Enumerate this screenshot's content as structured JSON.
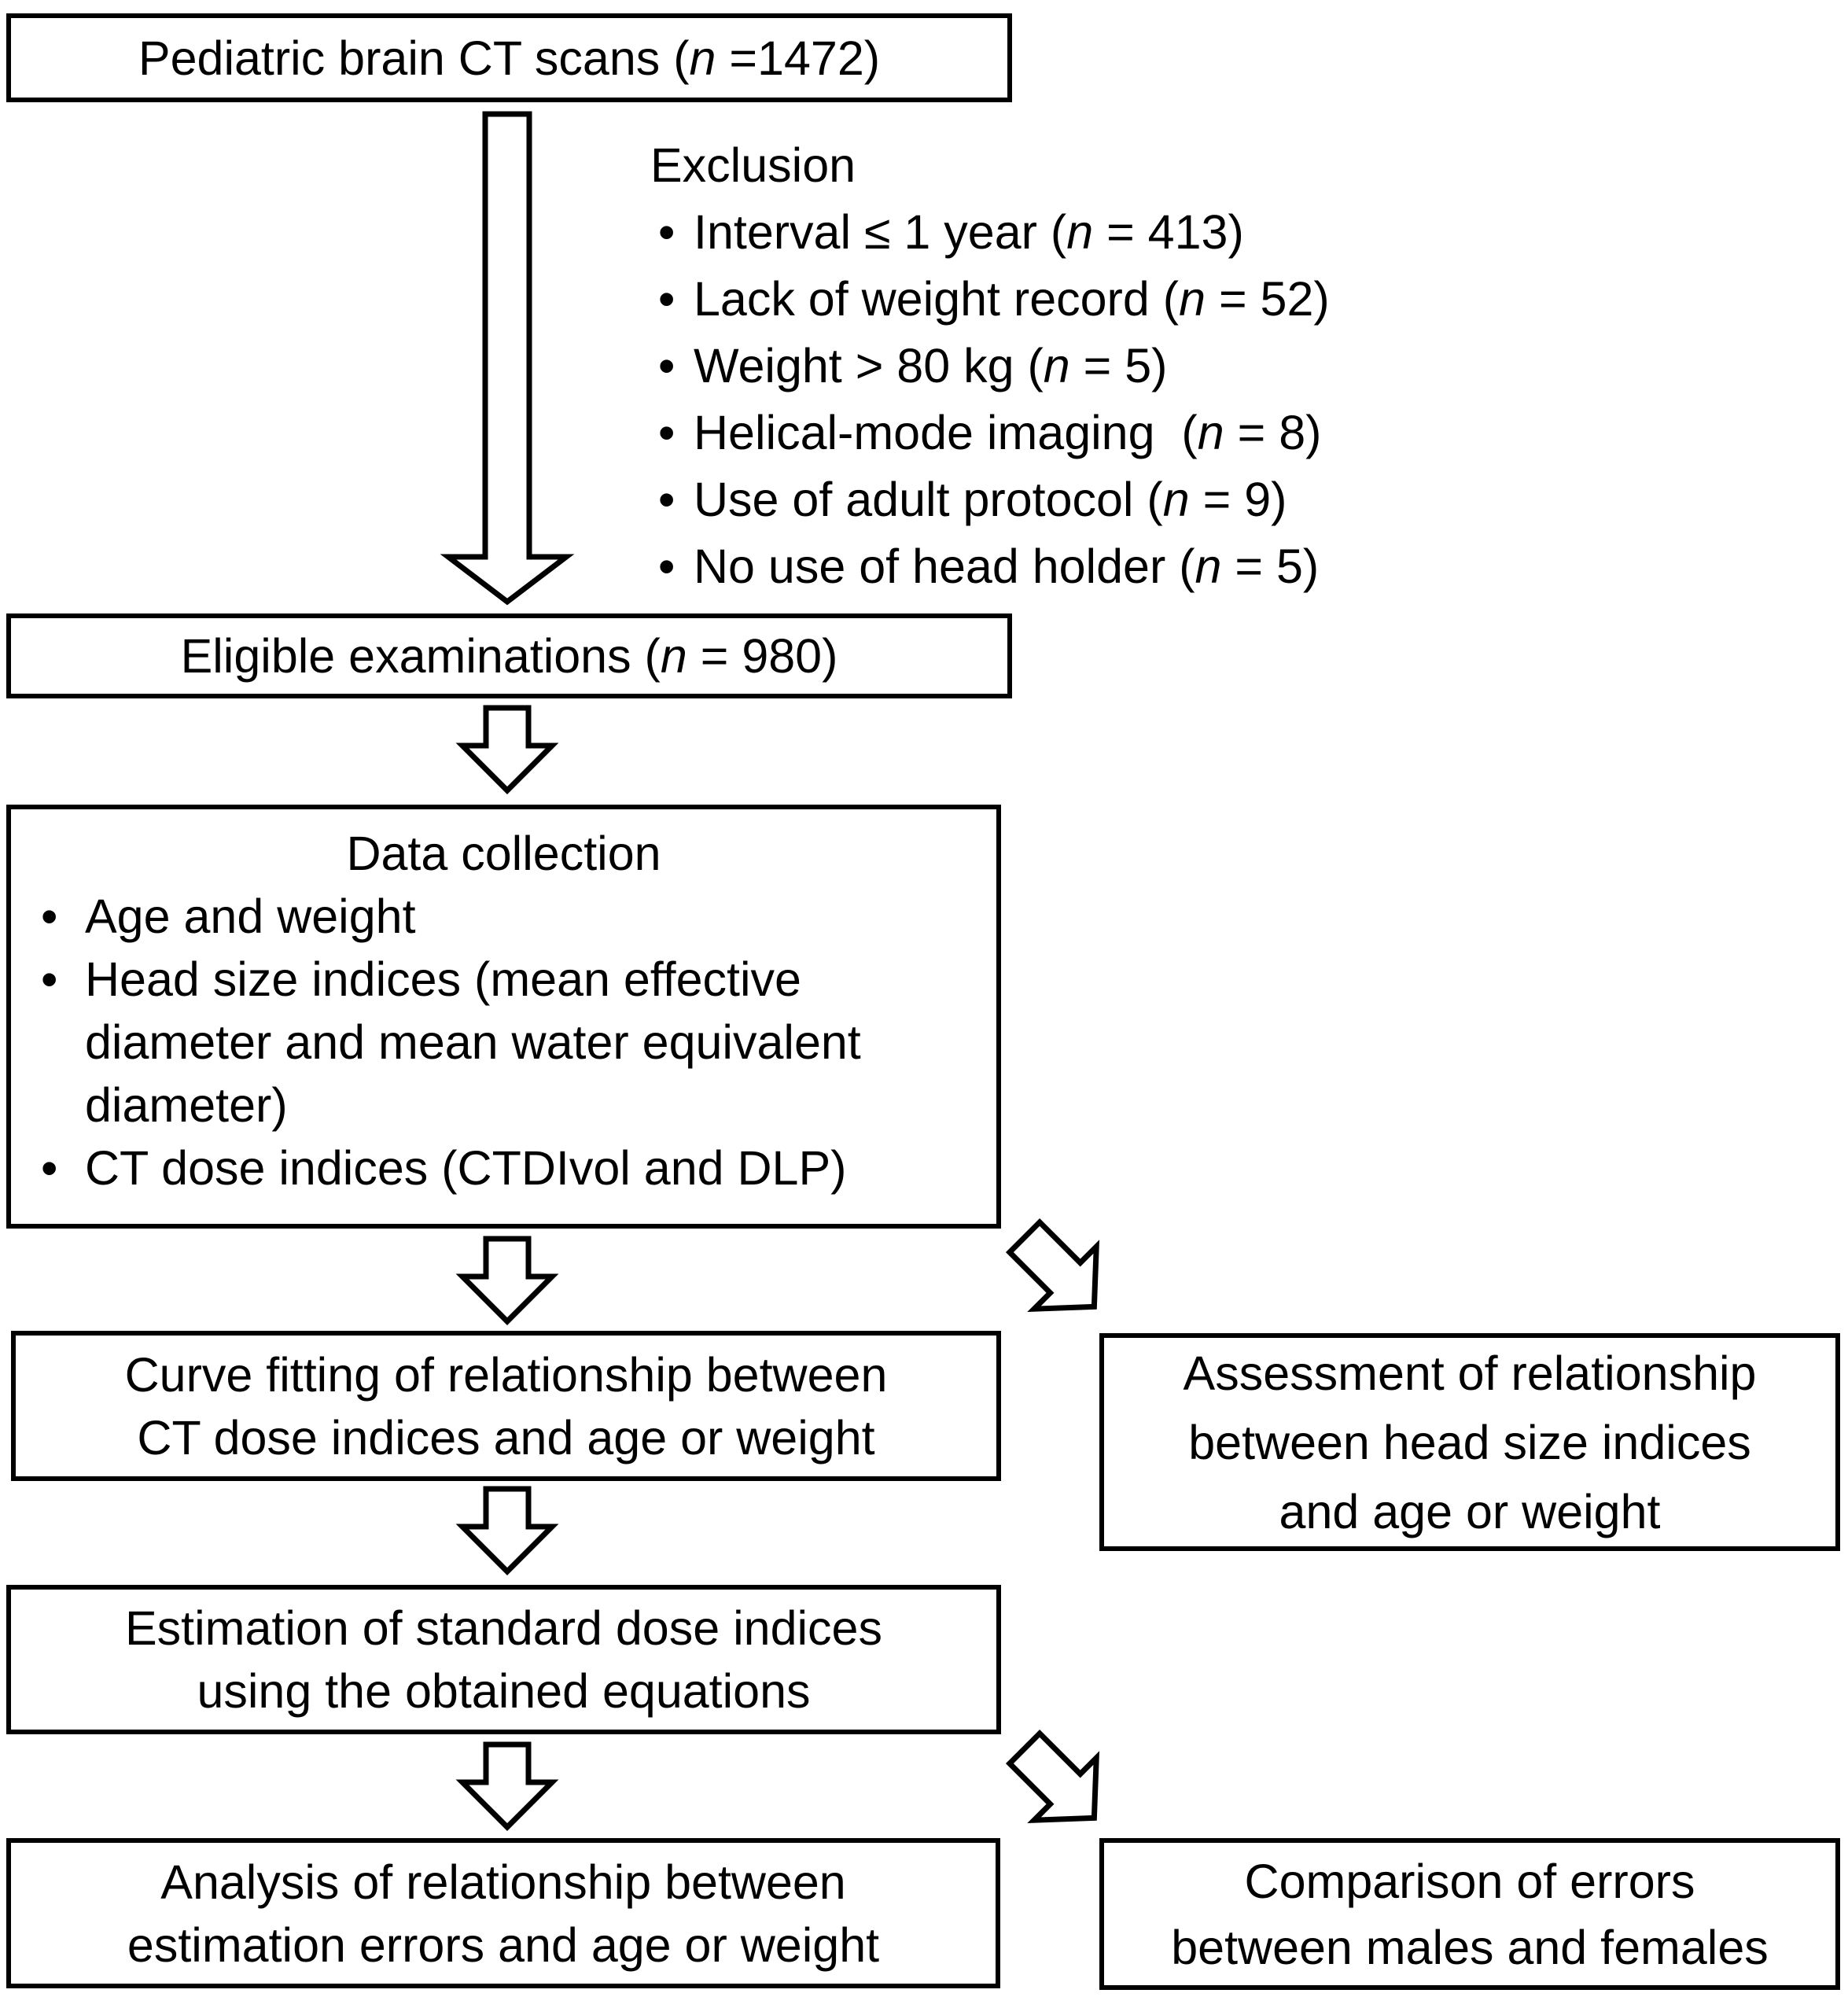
{
  "glyphs": {
    "bullet": "•"
  },
  "flow": {
    "pediatric_box": {
      "parts": [
        "Pediatric brain CT scans (",
        "n",
        " =1472)"
      ]
    },
    "exclusion": {
      "title": "Exclusion",
      "items": [
        {
          "parts": [
            "Interval ≤ 1 year (",
            "n",
            " = 413)"
          ]
        },
        {
          "parts": [
            "Lack of weight record (",
            "n",
            " = 52)"
          ]
        },
        {
          "parts": [
            "Weight > 80 kg (",
            "n",
            " = 5)"
          ]
        },
        {
          "parts": [
            "Helical-mode imaging  (",
            "n",
            " = 8)"
          ]
        },
        {
          "parts": [
            "Use of adult protocol (",
            "n",
            " = 9)"
          ]
        },
        {
          "parts": [
            "No use of head holder (",
            "n",
            " = 5)"
          ]
        }
      ]
    },
    "eligible_box": {
      "parts": [
        "Eligible examinations (",
        "n",
        " = 980)"
      ]
    },
    "data_collection_box": {
      "title": "Data collection",
      "bullets": [
        {
          "lines": [
            "Age and weight"
          ]
        },
        {
          "lines": [
            "Head size indices (mean effective",
            "diameter and mean water equivalent",
            "diameter)"
          ]
        },
        {
          "lines": [
            "CT dose indices (CTDIvol and DLP)"
          ]
        }
      ]
    },
    "curve_fitting_box": {
      "lines": [
        "Curve fitting of relationship between",
        "CT dose indices and age or weight"
      ]
    },
    "assessment_box": {
      "lines": [
        "Assessment of relationship",
        "between head size indices",
        "and age or weight"
      ]
    },
    "estimation_box": {
      "lines": [
        "Estimation of standard dose indices",
        "using the obtained equations"
      ]
    },
    "analysis_box": {
      "lines": [
        "Analysis of relationship between",
        "estimation errors and age or weight"
      ]
    },
    "comparison_box": {
      "lines": [
        "Comparison of errors",
        "between males and females"
      ]
    }
  }
}
